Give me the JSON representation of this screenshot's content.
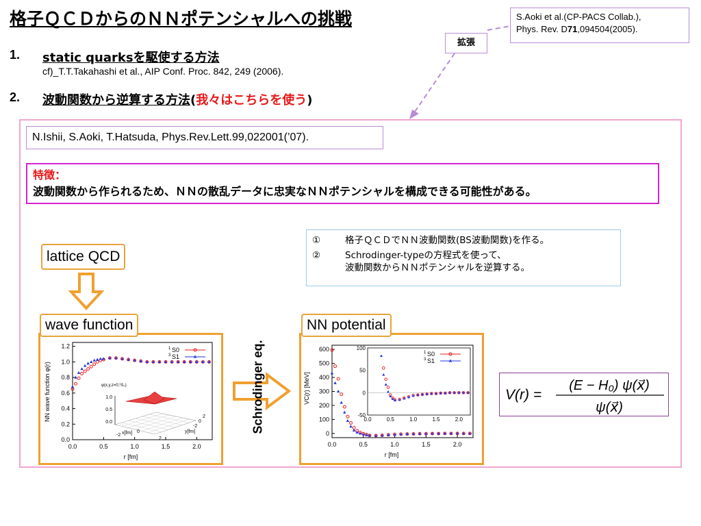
{
  "title": "格子ＱＣＤからのＮＮポテンシャルへの挑戦",
  "ref_box": {
    "line1": "S.Aoki et al.(CP-PACS Collab.),",
    "line2_prefix": "Phys. Rev. D",
    "line2_bold": "71",
    "line2_suffix": ",094504(2005)."
  },
  "extension_label": "拡張",
  "items": [
    {
      "num": "1.",
      "text": "static quarksを駆使する方法",
      "cite": "cf)_T.T.Takahashi et al., AIP Conf. Proc. 842, 249 (2006)."
    },
    {
      "num": "2.",
      "text": "波動関数から逆算する方法",
      "paren_open": "(",
      "highlight": "我々はこちらを使う",
      "paren_close": ")"
    }
  ],
  "ishii_ref": "N.Ishii, S.Aoki, T.Hatsuda, Phys.Rev.Lett.99,022001(’07).",
  "feature": {
    "heading": "特徴：",
    "body": "波動関数から作られるため、ＮＮの散乱データに忠実なＮＮポテンシャルを構成できる可能性がある。"
  },
  "steps": [
    {
      "mark": "①",
      "text": "格子ＱＣＤでＮＮ波動関数(BS波動関数)を作る。"
    },
    {
      "mark": "②",
      "text": "Schrodinger-typeの方程式を使って、",
      "text2": "波動関数からＮＮポテンシャルを逆算する。"
    }
  ],
  "labels": {
    "lattice": "lattice QCD",
    "wave": "wave function",
    "potential": "NN potential",
    "schrodinger": "Schrodinger eq."
  },
  "colors": {
    "orange": "#f0a030",
    "red": "#e8191a",
    "blue": "#2233dd",
    "pink": "#f0a6cf",
    "magenta": "#d622d0",
    "lilac": "#b98bd6"
  },
  "wave_plot": {
    "ylabel": "NN wave function φ(r)",
    "xlabel": "r [fm]",
    "xticks": [
      "0.0",
      "0.5",
      "1.0",
      "1.5",
      "2.0"
    ],
    "yticks": [
      "0.0",
      "0.2",
      "0.4",
      "0.6",
      "0.8",
      "1.0",
      "1.2"
    ],
    "legend": [
      "S0",
      "S1"
    ],
    "legend_sup": [
      "1",
      "3"
    ],
    "inset_title": "φ(x,y,z=0;¹S₀)",
    "inset_zticks": [
      "1.0",
      "0.5",
      "0.0"
    ],
    "inset_xlabel": "x[fm]",
    "inset_ylabel": "y[fm]",
    "inset_xticks": [
      "-2",
      "0",
      "2"
    ],
    "inset_yticks": [
      "-2",
      "0",
      "2"
    ]
  },
  "pot_plot": {
    "ylabel": "VC(r) [MeV]",
    "xlabel": "r [fm]",
    "xticks": [
      "0.0",
      "0.5",
      "1.0",
      "1.5",
      "2.0"
    ],
    "yticks": [
      "0",
      "100",
      "200",
      "300",
      "400",
      "500",
      "600"
    ],
    "legend": [
      "S0",
      "S1"
    ],
    "legend_sup": [
      "1",
      "3"
    ],
    "inset_yticks": [
      "100",
      "50",
      "0",
      "-50"
    ],
    "inset_xticks": [
      "0.0",
      "0.5",
      "1.0",
      "1.5",
      "2.0"
    ]
  },
  "formula": {
    "lhs": "V(r) =",
    "num": "(E − H₀) ψ(x⃗)",
    "den": "ψ(x⃗)"
  }
}
